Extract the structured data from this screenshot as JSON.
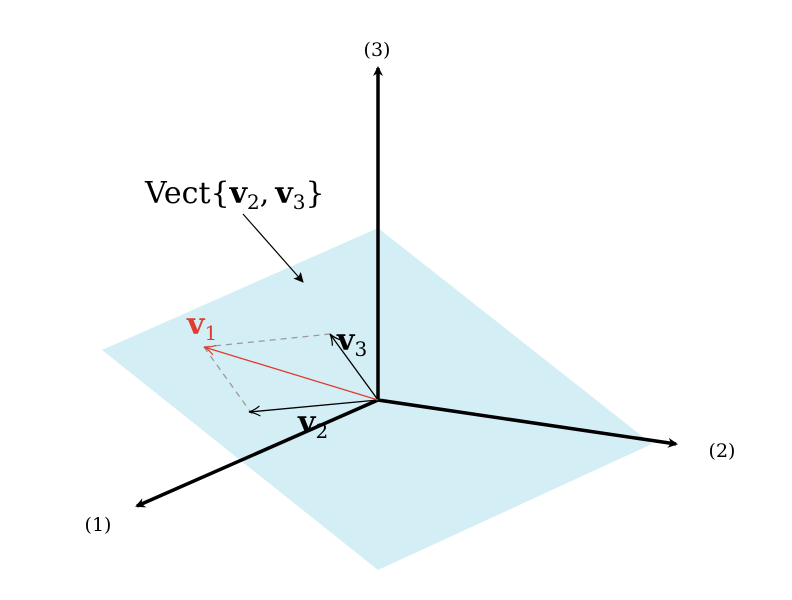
{
  "axes": {
    "axis1_label": "(1)",
    "axis2_label": "(2)",
    "axis3_label": "(3)"
  },
  "plane": {
    "label_prefix": "Vect{",
    "label_v": "v",
    "label_sub2": "2",
    "label_comma": ",",
    "label_sub3": "3",
    "label_suffix": "}",
    "color": "#d4eef5"
  },
  "vectors": {
    "v1": {
      "letter": "v",
      "sub": "1",
      "color": "#e03c31"
    },
    "v2": {
      "letter": "v",
      "sub": "2",
      "color": "#000000"
    },
    "v3": {
      "letter": "v",
      "sub": "3",
      "color": "#000000"
    }
  },
  "construction_line_color": "#999999"
}
